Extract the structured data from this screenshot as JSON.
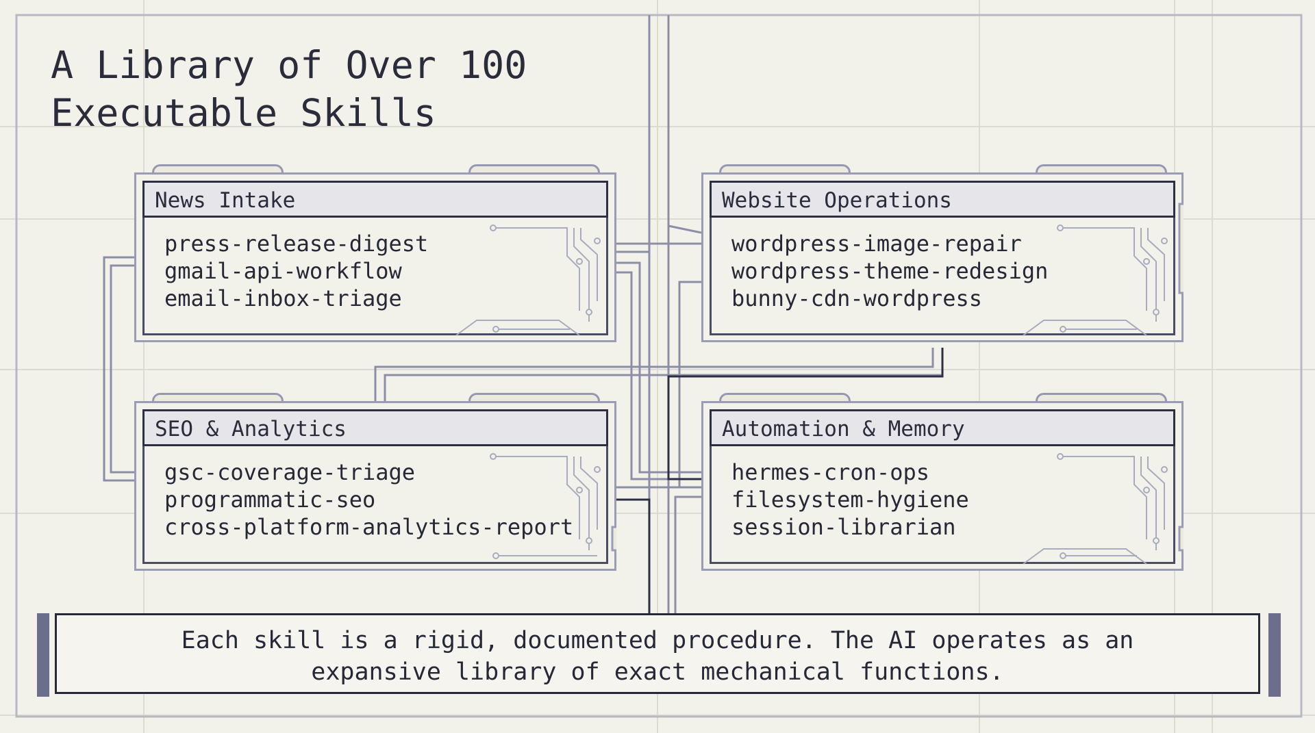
{
  "title": {
    "line1": "A Library of Over 100",
    "line2": "Executable Skills"
  },
  "groups": [
    {
      "name": "News Intake",
      "skills": [
        "press-release-digest",
        "gmail-api-workflow",
        "email-inbox-triage"
      ]
    },
    {
      "name": "Website Operations",
      "skills": [
        "wordpress-image-repair",
        "wordpress-theme-redesign",
        "bunny-cdn-wordpress"
      ]
    },
    {
      "name": "SEO & Analytics",
      "skills": [
        "gsc-coverage-triage",
        "programmatic-seo",
        "cross-platform-analytics-report"
      ]
    },
    {
      "name": "Automation & Memory",
      "skills": [
        "hermes-cron-ops",
        "filesystem-hygiene",
        "session-librarian"
      ]
    }
  ],
  "footer": {
    "line1": "Each skill is a rigid, documented procedure. The AI operates as an",
    "line2": "expansive library of exact mechanical functions."
  },
  "colors": {
    "background": "#f3f2ea",
    "ink": "#262838",
    "wire": "#8c8ea8",
    "frame": "#9a9cb5",
    "header_fill": "#e5e5ea",
    "accent_bar": "#6c6f8c"
  }
}
